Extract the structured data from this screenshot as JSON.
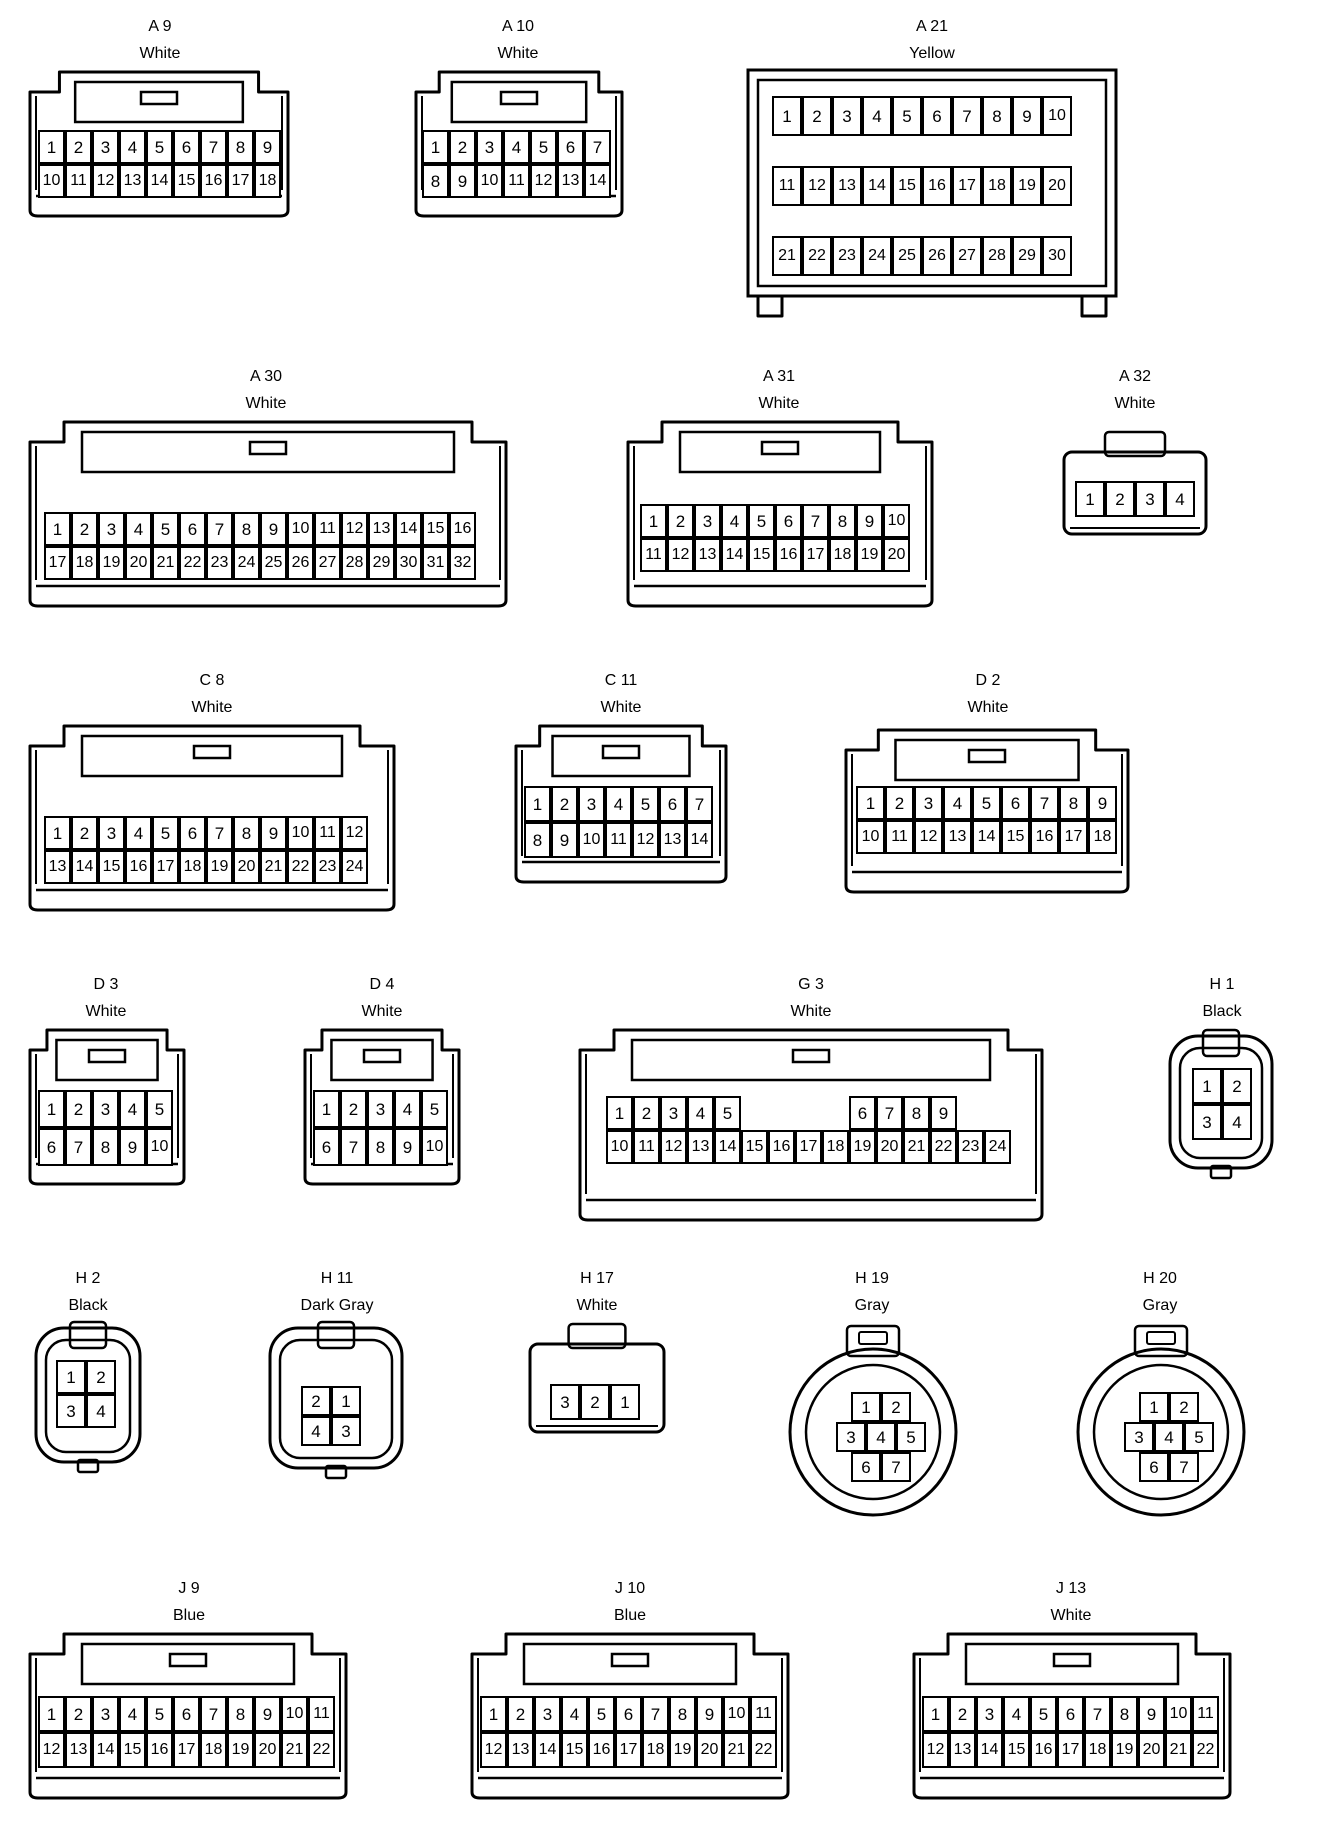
{
  "connectors": [
    {
      "code": "A 9",
      "color": "White",
      "rows": [
        [
          "1",
          "2",
          "3",
          "4",
          "5",
          "6",
          "7",
          "8",
          "9"
        ],
        [
          "10",
          "11",
          "12",
          "13",
          "14",
          "15",
          "16",
          "17",
          "18"
        ]
      ]
    },
    {
      "code": "A 10",
      "color": "White",
      "rows": [
        [
          "1",
          "2",
          "3",
          "4",
          "5",
          "6",
          "7"
        ],
        [
          "8",
          "9",
          "10",
          "11",
          "12",
          "13",
          "14"
        ]
      ]
    },
    {
      "code": "A 21",
      "color": "Yellow",
      "rows": [
        [
          "1",
          "2",
          "3",
          "4",
          "5",
          "6",
          "7",
          "8",
          "9",
          "10"
        ],
        [
          "11",
          "12",
          "13",
          "14",
          "15",
          "16",
          "17",
          "18",
          "19",
          "20"
        ],
        [
          "21",
          "22",
          "23",
          "24",
          "25",
          "26",
          "27",
          "28",
          "29",
          "30"
        ]
      ]
    },
    {
      "code": "A 30",
      "color": "White",
      "rows": [
        [
          "1",
          "2",
          "3",
          "4",
          "5",
          "6",
          "7",
          "8",
          "9",
          "10",
          "11",
          "12",
          "13",
          "14",
          "15",
          "16"
        ],
        [
          "17",
          "18",
          "19",
          "20",
          "21",
          "22",
          "23",
          "24",
          "25",
          "26",
          "27",
          "28",
          "29",
          "30",
          "31",
          "32"
        ]
      ]
    },
    {
      "code": "A 31",
      "color": "White",
      "rows": [
        [
          "1",
          "2",
          "3",
          "4",
          "5",
          "6",
          "7",
          "8",
          "9",
          "10"
        ],
        [
          "11",
          "12",
          "13",
          "14",
          "15",
          "16",
          "17",
          "18",
          "19",
          "20"
        ]
      ]
    },
    {
      "code": "A 32",
      "color": "White",
      "rows": [
        [
          "1",
          "2",
          "3",
          "4"
        ]
      ]
    },
    {
      "code": "C 8",
      "color": "White",
      "rows": [
        [
          "1",
          "2",
          "3",
          "4",
          "5",
          "6",
          "7",
          "8",
          "9",
          "10",
          "11",
          "12"
        ],
        [
          "13",
          "14",
          "15",
          "16",
          "17",
          "18",
          "19",
          "20",
          "21",
          "22",
          "23",
          "24"
        ]
      ]
    },
    {
      "code": "C 11",
      "color": "White",
      "rows": [
        [
          "1",
          "2",
          "3",
          "4",
          "5",
          "6",
          "7"
        ],
        [
          "8",
          "9",
          "10",
          "11",
          "12",
          "13",
          "14"
        ]
      ]
    },
    {
      "code": "D 2",
      "color": "White",
      "rows": [
        [
          "1",
          "2",
          "3",
          "4",
          "5",
          "6",
          "7",
          "8",
          "9"
        ],
        [
          "10",
          "11",
          "12",
          "13",
          "14",
          "15",
          "16",
          "17",
          "18"
        ]
      ]
    },
    {
      "code": "D 3",
      "color": "White",
      "rows": [
        [
          "1",
          "2",
          "3",
          "4",
          "5"
        ],
        [
          "6",
          "7",
          "8",
          "9",
          "10"
        ]
      ]
    },
    {
      "code": "D 4",
      "color": "White",
      "rows": [
        [
          "1",
          "2",
          "3",
          "4",
          "5"
        ],
        [
          "6",
          "7",
          "8",
          "9",
          "10"
        ]
      ]
    },
    {
      "code": "G 3",
      "color": "White",
      "rows": [
        [
          "1",
          "2",
          "3",
          "4",
          "5",
          "6",
          "7",
          "8",
          "9"
        ],
        [
          "10",
          "11",
          "12",
          "13",
          "14",
          "15",
          "16",
          "17",
          "18",
          "19",
          "20",
          "21",
          "22",
          "23",
          "24"
        ]
      ]
    },
    {
      "code": "H 1",
      "color": "Black",
      "rows": [
        [
          "1",
          "2"
        ],
        [
          "3",
          "4"
        ]
      ]
    },
    {
      "code": "H 2",
      "color": "Black",
      "rows": [
        [
          "1",
          "2"
        ],
        [
          "3",
          "4"
        ]
      ]
    },
    {
      "code": "H 11",
      "color": "Dark Gray",
      "rows": [
        [
          "2",
          "1"
        ],
        [
          "4",
          "3"
        ]
      ]
    },
    {
      "code": "H 17",
      "color": "White",
      "rows": [
        [
          "3",
          "2",
          "1"
        ]
      ]
    },
    {
      "code": "H 19",
      "color": "Gray",
      "rows": [
        [
          "1",
          "2"
        ],
        [
          "3",
          "4",
          "5"
        ],
        [
          "6",
          "7"
        ]
      ]
    },
    {
      "code": "H 20",
      "color": "Gray",
      "rows": [
        [
          "1",
          "2"
        ],
        [
          "3",
          "4",
          "5"
        ],
        [
          "6",
          "7"
        ]
      ]
    },
    {
      "code": "J 9",
      "color": "Blue",
      "rows": [
        [
          "1",
          "2",
          "3",
          "4",
          "5",
          "6",
          "7",
          "8",
          "9",
          "10",
          "11"
        ],
        [
          "12",
          "13",
          "14",
          "15",
          "16",
          "17",
          "18",
          "19",
          "20",
          "21",
          "22"
        ]
      ]
    },
    {
      "code": "J 10",
      "color": "Blue",
      "rows": [
        [
          "1",
          "2",
          "3",
          "4",
          "5",
          "6",
          "7",
          "8",
          "9",
          "10",
          "11"
        ],
        [
          "12",
          "13",
          "14",
          "15",
          "16",
          "17",
          "18",
          "19",
          "20",
          "21",
          "22"
        ]
      ]
    },
    {
      "code": "J 13",
      "color": "White",
      "rows": [
        [
          "1",
          "2",
          "3",
          "4",
          "5",
          "6",
          "7",
          "8",
          "9",
          "10",
          "11"
        ],
        [
          "12",
          "13",
          "14",
          "15",
          "16",
          "17",
          "18",
          "19",
          "20",
          "21",
          "22"
        ]
      ]
    }
  ]
}
